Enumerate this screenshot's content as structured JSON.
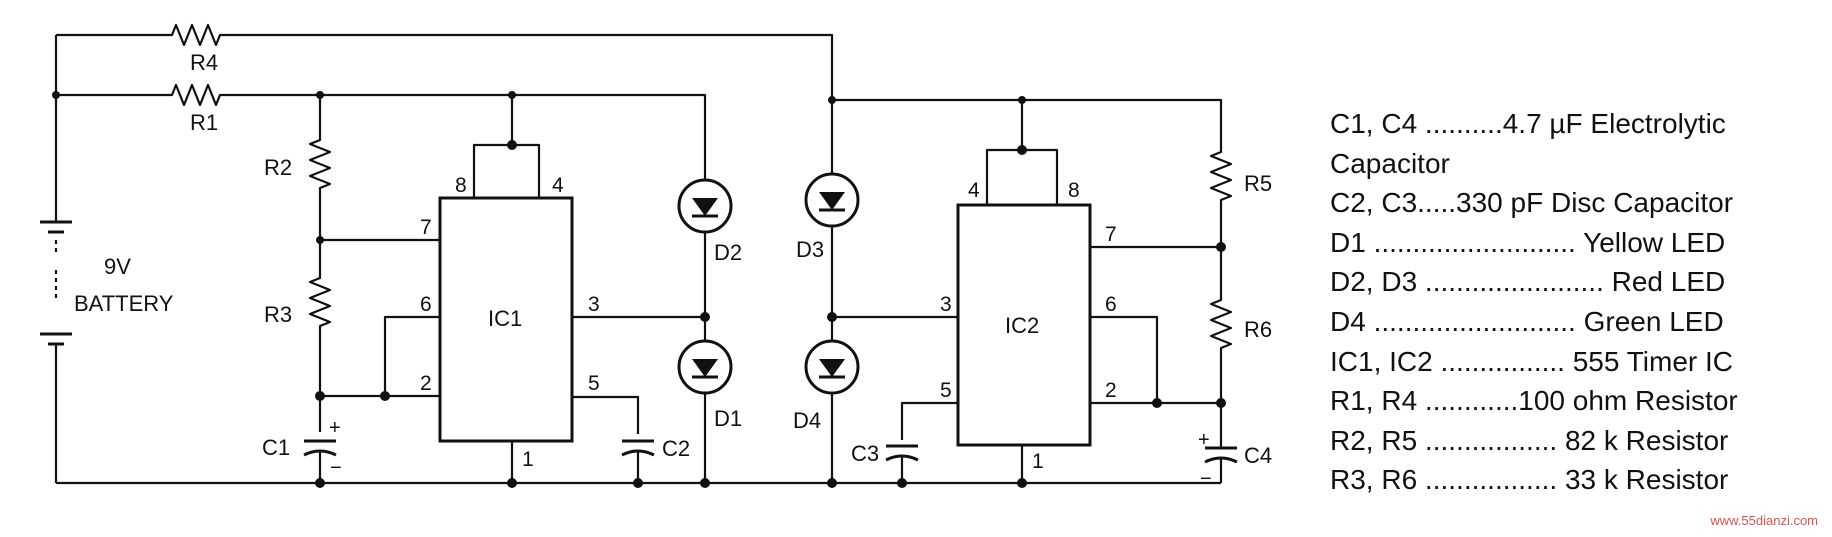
{
  "labels": {
    "R1": "R1",
    "R2": "R2",
    "R3": "R3",
    "R4": "R4",
    "R5": "R5",
    "R6": "R6",
    "C1": "C1",
    "C2": "C2",
    "C3": "C3",
    "C4": "C4",
    "D1": "D1",
    "D2": "D2",
    "D3": "D3",
    "D4": "D4",
    "IC1": "IC1",
    "IC2": "IC2",
    "battery_voltage": "9V",
    "battery": "BATTERY",
    "plus": "+",
    "minus": "−"
  },
  "ic1_pins": {
    "p8": "8",
    "p4": "4",
    "p7": "7",
    "p6": "6",
    "p2": "2",
    "p3": "3",
    "p5": "5",
    "p1": "1"
  },
  "ic2_pins": {
    "p4": "4",
    "p8": "8",
    "p7": "7",
    "p3": "3",
    "p6": "6",
    "p5": "5",
    "p2": "2",
    "p1": "1"
  },
  "parts_list": [
    "C1, C4 ..........4.7 µF Electrolytic",
    "Capacitor",
    "C2, C3.....330 pF Disc Capacitor",
    "D1 .......................... Yellow LED",
    "D2, D3 ....................... Red LED",
    "D4 .......................... Green LED",
    "IC1, IC2 ................ 555 Timer IC",
    "R1, R4 ............100 ohm Resistor",
    "R2, R5 ................. 82 k Resistor",
    "R3, R6 ................. 33 k Resistor"
  ],
  "watermark": "www.55dianzi.com"
}
